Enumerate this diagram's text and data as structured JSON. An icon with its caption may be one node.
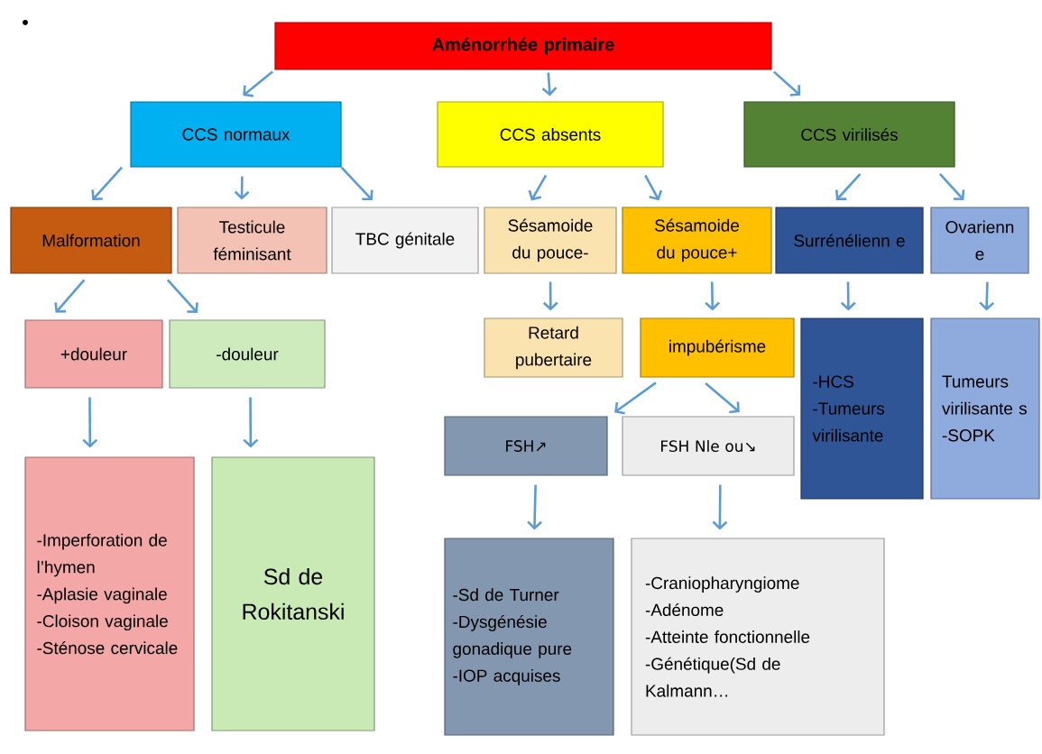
{
  "diagram": {
    "nodes": [
      {
        "text": [
          "Aménorrhée primaire"
        ]
      },
      {
        "text": [
          "CCS normaux"
        ]
      },
      {
        "text": [
          "CCS absents"
        ]
      },
      {
        "text": [
          "CCS virilisés"
        ]
      },
      {
        "text": [
          "Malformation"
        ]
      },
      {
        "text": [
          "Testicule féminisant"
        ]
      },
      {
        "text": [
          "TBC génitale"
        ]
      },
      {
        "text": [
          "Sésamoide du pouce-"
        ]
      },
      {
        "text": [
          "Sésamoide du pouce+"
        ]
      },
      {
        "text": [
          "Surrénélienn e"
        ]
      },
      {
        "text": [
          "Ovarienn e"
        ]
      },
      {
        "text": [
          "+douleur"
        ]
      },
      {
        "text": [
          "-douleur"
        ]
      },
      {
        "text": [
          "Retard pubertaire"
        ]
      },
      {
        "text": [
          "impubérisme"
        ]
      },
      {
        "text": [
          "-HCS",
          "-Tumeurs virilisante"
        ]
      },
      {
        "text": [
          "Tumeurs virilisante s",
          "-SOPK"
        ]
      },
      {
        "text": [
          "FSH↗"
        ]
      },
      {
        "text": [
          "FSH Nle ou↘"
        ]
      },
      {
        "text": [
          "-Imperforation de l’hymen",
          "-Aplasie vaginale",
          "-Cloison vaginale",
          "-Sténose cervicale"
        ]
      },
      {
        "text": [
          "Sd de Rokitanski"
        ]
      },
      {
        "text": [
          "-Sd de Turner",
          "-Dysgénésie gonadique pure",
          "-IOP acquises"
        ]
      },
      {
        "text": [
          "-Craniopharyngiome",
          "-Adénome",
          "-Atteinte fonctionnelle",
          "-Génétique(Sd de Kalmann…"
        ]
      }
    ],
    "edges": [
      {
        "from": 0,
        "to": 1,
        "arrow": "to"
      },
      {
        "from": 0,
        "to": 2,
        "arrow": "to"
      },
      {
        "from": 0,
        "to": 3,
        "arrow": "to"
      },
      {
        "from": 1,
        "to": 4,
        "arrow": "to"
      },
      {
        "from": 1,
        "to": 5,
        "arrow": "to"
      },
      {
        "from": 1,
        "to": 6,
        "arrow": "to"
      },
      {
        "from": 2,
        "to": 7,
        "arrow": "to"
      },
      {
        "from": 2,
        "to": 8,
        "arrow": "to"
      },
      {
        "from": 3,
        "to": 9,
        "arrow": "to"
      },
      {
        "from": 3,
        "to": 10,
        "arrow": "to"
      },
      {
        "from": 4,
        "to": 11,
        "arrow": "to"
      },
      {
        "from": 4,
        "to": 12,
        "arrow": "to"
      },
      {
        "from": 7,
        "to": 13,
        "arrow": "to"
      },
      {
        "from": 8,
        "to": 14,
        "arrow": "to"
      },
      {
        "from": 9,
        "to": 15,
        "arrow": "to"
      },
      {
        "from": 10,
        "to": 16,
        "arrow": "to"
      },
      {
        "from": 11,
        "to": 19,
        "arrow": "to"
      },
      {
        "from": 12,
        "to": 20,
        "arrow": "to"
      },
      {
        "from": 14,
        "to": 17,
        "arrow": "to"
      },
      {
        "from": 14,
        "to": 18,
        "arrow": "to"
      },
      {
        "from": 17,
        "to": 21,
        "arrow": "to"
      },
      {
        "from": 18,
        "to": 22,
        "arrow": "to"
      }
    ],
    "labels": [
      "•"
    ]
  }
}
